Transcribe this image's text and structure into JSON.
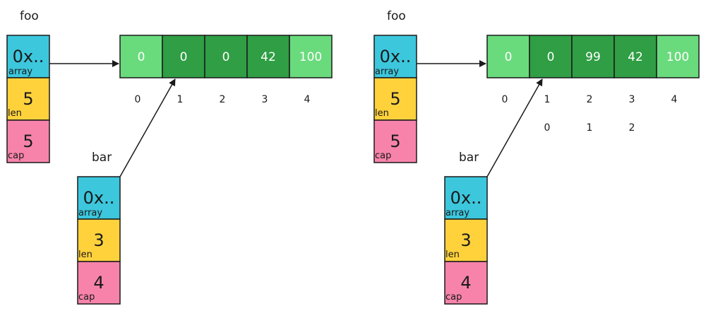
{
  "colors": {
    "array": "#3cc7dd",
    "len": "#ffd23c",
    "cap": "#f783ab",
    "cell_light": "#69db7c",
    "cell_dark": "#2f9e44",
    "stroke": "#1a1a1a"
  },
  "left": {
    "foo": {
      "name": "foo",
      "array": "0x..",
      "array_label": "array",
      "len": "5",
      "len_label": "len",
      "cap": "5",
      "cap_label": "cap"
    },
    "bar": {
      "name": "bar",
      "array": "0x..",
      "array_label": "array",
      "len": "3",
      "len_label": "len",
      "cap": "4",
      "cap_label": "cap"
    },
    "cells": [
      "0",
      "0",
      "0",
      "42",
      "100"
    ],
    "highlighted": [
      1,
      2,
      3
    ],
    "indices": [
      "0",
      "1",
      "2",
      "3",
      "4"
    ]
  },
  "right": {
    "foo": {
      "name": "foo",
      "array": "0x..",
      "array_label": "array",
      "len": "5",
      "len_label": "len",
      "cap": "5",
      "cap_label": "cap"
    },
    "bar": {
      "name": "bar",
      "array": "0x..",
      "array_label": "array",
      "len": "3",
      "len_label": "len",
      "cap": "4",
      "cap_label": "cap"
    },
    "cells": [
      "0",
      "0",
      "99",
      "42",
      "100"
    ],
    "highlighted": [
      1,
      2,
      3
    ],
    "indices": [
      "0",
      "1",
      "2",
      "3",
      "4"
    ],
    "bar_indices": [
      "0",
      "1",
      "2"
    ]
  }
}
